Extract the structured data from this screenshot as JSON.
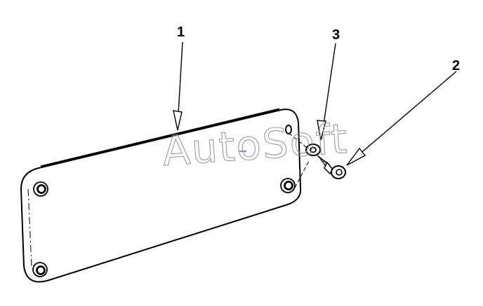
{
  "callouts": [
    {
      "id": "1",
      "label": "1"
    },
    {
      "id": "2",
      "label": "2"
    },
    {
      "id": "3",
      "label": "3"
    }
  ],
  "watermark": {
    "text": "AutoSoft"
  },
  "colors": {
    "line": "#000000",
    "watermark": "#9a9a9a",
    "background": "#ffffff"
  }
}
